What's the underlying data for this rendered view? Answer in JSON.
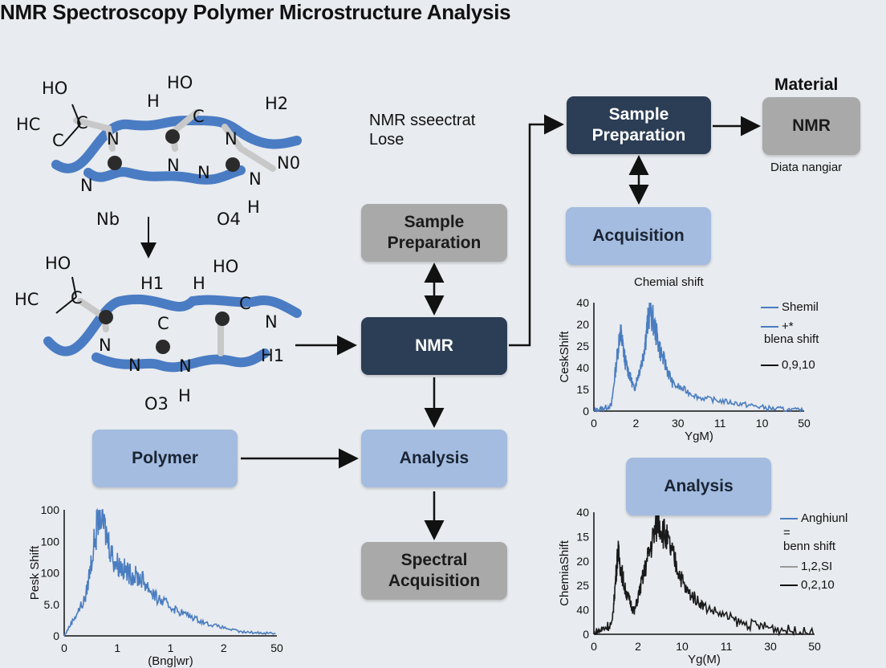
{
  "title": "NMR Spectroscopy Polymer Microstructure Analysis",
  "nodes": {
    "sample_prep_top": "Sample\nPreparation",
    "material_label": "Material",
    "nmr_gray": "NMR",
    "data_label": "Diata nangiar",
    "nmr_caption": "NMR sseectrat\nLose",
    "sample_prep_mid": "Sample\nPreparation",
    "acquisition": "Acquisition",
    "nmr_center": "NMR",
    "polymer": "Polymer",
    "analysis_center": "Analysis",
    "spectral_acq": "Spectral\nAcquisition",
    "analysis_right": "Analysis"
  },
  "molecule_top": [
    "HO",
    "HO",
    "H",
    "H2",
    "HC",
    "C",
    "C",
    "C",
    "N",
    "N",
    "N",
    "N",
    "N",
    "N",
    "Nb",
    "O4",
    "H",
    "N0"
  ],
  "molecule_bottom": [
    "HO",
    "HO",
    "H1",
    "H",
    "HC",
    "C",
    "C",
    "C",
    "N",
    "N",
    "N",
    "N",
    "H1",
    "O3",
    "H"
  ],
  "chart_data": [
    {
      "type": "line",
      "title": "Chemial shift",
      "xlabel": "YgM)",
      "ylabel": "CeskShift",
      "x_ticks": [
        "0",
        "2",
        "30",
        "11",
        "10",
        "50"
      ],
      "y_ticks": [
        "40",
        "20",
        "25",
        "40",
        "15",
        "0"
      ],
      "legend": [
        "Shemil",
        "+*",
        "blena shift",
        "0,9,10"
      ],
      "color": "#4a7dc0",
      "series": [
        {
          "x": [
            0,
            1,
            1.5,
            1.8,
            2.3,
            2.8,
            3.2,
            3.8,
            4.5,
            6,
            8,
            10,
            12
          ],
          "y": [
            0,
            2,
            30,
            18,
            8,
            20,
            38,
            22,
            10,
            5,
            3,
            1,
            0
          ]
        }
      ]
    },
    {
      "type": "line",
      "title": "",
      "xlabel": "Yg(M)",
      "ylabel": "ChemiaShift",
      "x_ticks": [
        "0",
        "2",
        "10",
        "11",
        "30",
        "50"
      ],
      "y_ticks": [
        "40",
        "15",
        "20",
        "25",
        "40",
        "0"
      ],
      "legend": [
        "Anghiunl",
        "=",
        "benn shift",
        "1,2,SI",
        "0,2,10"
      ],
      "color": "#1a1a1a",
      "series": [
        {
          "x": [
            0,
            1,
            1.3,
            1.7,
            2.2,
            2.8,
            3.5,
            4.2,
            5,
            6,
            8,
            10,
            12
          ],
          "y": [
            0,
            2,
            15,
            8,
            4,
            12,
            21,
            15,
            8,
            5,
            2,
            1,
            0
          ]
        }
      ]
    },
    {
      "type": "line",
      "title": "",
      "xlabel": "(Bng|wr)",
      "ylabel": "Pesk Shift",
      "x_ticks": [
        "0",
        "1",
        "1",
        "2",
        "50"
      ],
      "y_ticks": [
        "100",
        "100",
        "100",
        "5.0",
        "0"
      ],
      "color": "#4a7dc0",
      "series": [
        {
          "x": [
            0,
            0.3,
            0.5,
            0.7,
            0.9,
            1.1,
            1.3,
            1.6,
            2,
            2.5,
            3
          ],
          "y": [
            0,
            30,
            100,
            60,
            50,
            45,
            30,
            20,
            10,
            3,
            2
          ]
        }
      ]
    }
  ]
}
